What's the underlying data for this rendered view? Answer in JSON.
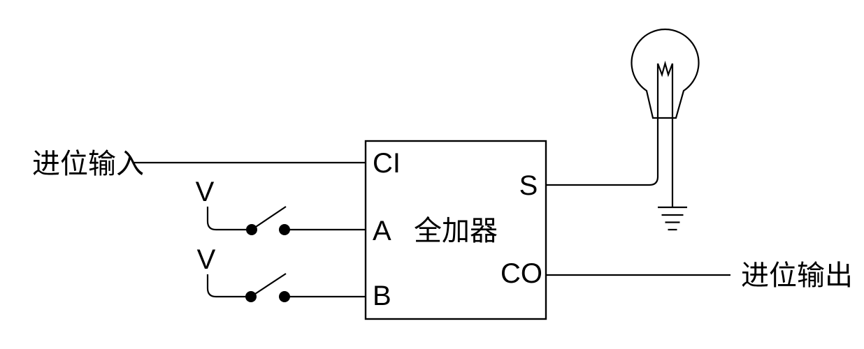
{
  "diagram": {
    "left_input": {
      "label": "进位输入"
    },
    "switch_a": {
      "source_label": "V"
    },
    "switch_b": {
      "source_label": "V"
    },
    "full_adder": {
      "name": "全加器",
      "ports": {
        "ci": "CI",
        "a": "A",
        "b": "B",
        "s": "S",
        "co": "CO"
      }
    },
    "right_output": {
      "label": "进位输出"
    },
    "colors": {
      "line": "#000000",
      "background": "#ffffff"
    }
  }
}
